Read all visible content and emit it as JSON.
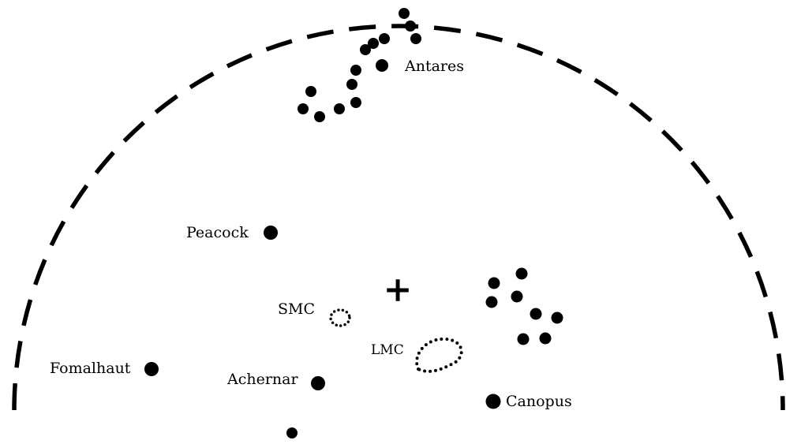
{
  "labels": {
    "antares": "Antares",
    "peacock": "Peacock",
    "smc": "SMC",
    "lmc": "LMC",
    "fomalhaut": "Fomalhaut",
    "achernar": "Achernar",
    "canopus": "Canopus"
  },
  "center_marker": "+",
  "colors": {
    "ink": "#000000",
    "background": "#ffffff"
  }
}
